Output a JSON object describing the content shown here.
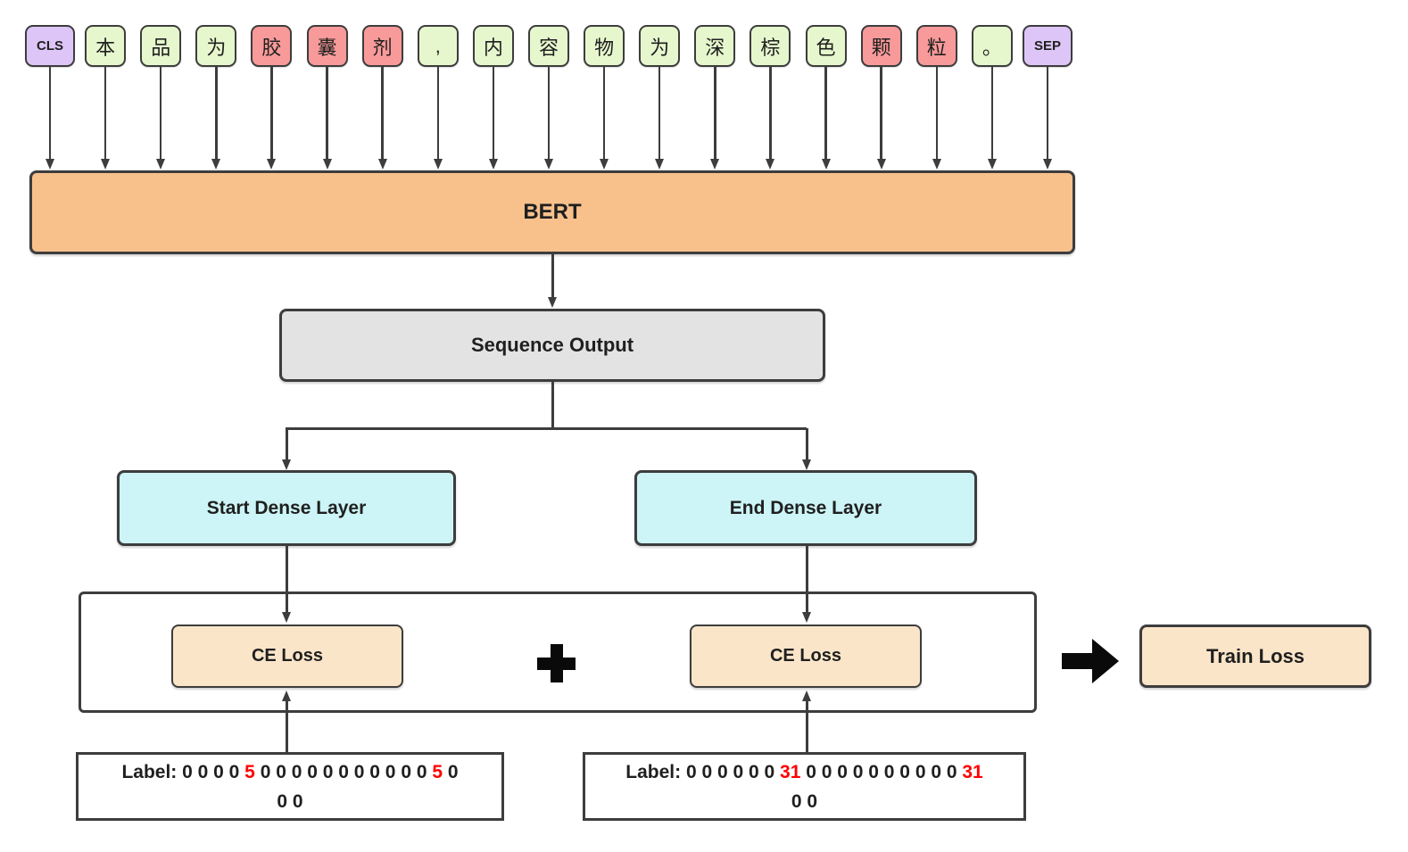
{
  "diagram": {
    "tokens": [
      {
        "text": "CLS",
        "type": "special"
      },
      {
        "text": "本",
        "type": "normal"
      },
      {
        "text": "品",
        "type": "normal"
      },
      {
        "text": "为",
        "type": "normal"
      },
      {
        "text": "胶",
        "type": "entity"
      },
      {
        "text": "囊",
        "type": "entity"
      },
      {
        "text": "剂",
        "type": "entity"
      },
      {
        "text": ",",
        "type": "normal"
      },
      {
        "text": "内",
        "type": "normal"
      },
      {
        "text": "容",
        "type": "normal"
      },
      {
        "text": "物",
        "type": "normal"
      },
      {
        "text": "为",
        "type": "normal"
      },
      {
        "text": "深",
        "type": "normal"
      },
      {
        "text": "棕",
        "type": "normal"
      },
      {
        "text": "色",
        "type": "normal"
      },
      {
        "text": "颗",
        "type": "entity"
      },
      {
        "text": "粒",
        "type": "entity"
      },
      {
        "text": "。",
        "type": "normal"
      },
      {
        "text": "SEP",
        "type": "special"
      }
    ],
    "bert_label": "BERT",
    "sequence_output_label": "Sequence Output",
    "start_dense_label": "Start Dense Layer",
    "end_dense_label": "End Dense Layer",
    "ce_loss_left_label": "CE Loss",
    "ce_loss_right_label": "CE Loss",
    "plus_symbol": "+",
    "train_loss_label": "Train Loss",
    "start_label_line1": [
      {
        "t": "Label: 0 0 0 0 "
      },
      {
        "t": "5",
        "red": true
      },
      {
        "t": " 0 0 0 0 0 0 0 0 0 0 0 "
      },
      {
        "t": "5",
        "red": true
      },
      {
        "t": " 0"
      }
    ],
    "start_label_line2": "0 0",
    "end_label_line1": [
      {
        "t": "Label: 0 0 0 0 0 0 "
      },
      {
        "t": "31",
        "red": true
      },
      {
        "t": " 0 0 0 0 0 0 0 0 0 0 "
      },
      {
        "t": "31",
        "red": true
      }
    ],
    "end_label_line2": "0 0",
    "colors": {
      "special_token": "#ddc6f7",
      "normal_token": "#e6f7cd",
      "entity_token": "#f99a9a",
      "bert": "#f8c18c",
      "sequence_output": "#e3e3e3",
      "dense": "#cdf4f6",
      "loss": "#fbe5c9",
      "border": "#3d3d3d",
      "highlight": "#ff0000"
    },
    "icons": {
      "plus": "plus-icon",
      "result_arrow": "block-arrow-right-icon"
    }
  }
}
